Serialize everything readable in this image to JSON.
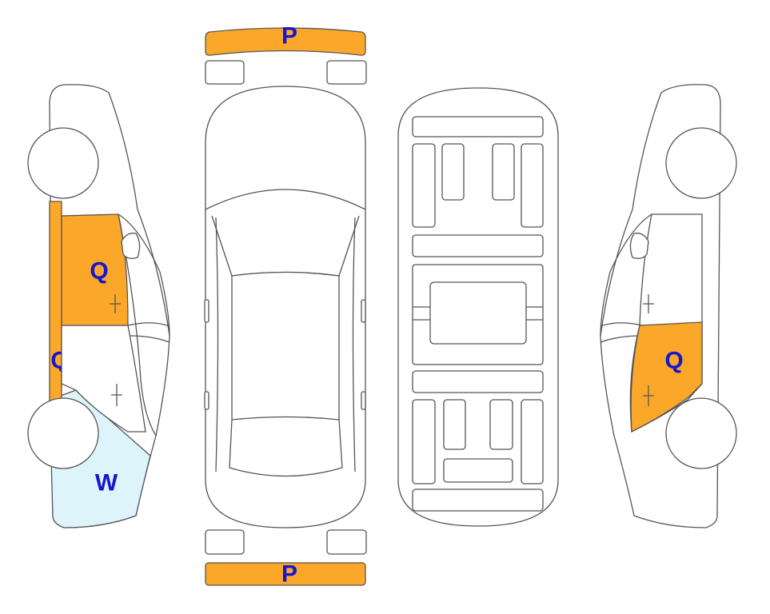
{
  "colors": {
    "scratch_fill": "#FBA82A",
    "light_damage_fill": "#DDF4FB",
    "code_text": "#1616CC",
    "outline": "#555555"
  },
  "labels": {
    "front_bumper": "P",
    "rear_bumper": "P",
    "left_front_door": "Q",
    "left_rocker_panel": "Q",
    "left_front_fender": "W",
    "right_front_door": "Q"
  }
}
